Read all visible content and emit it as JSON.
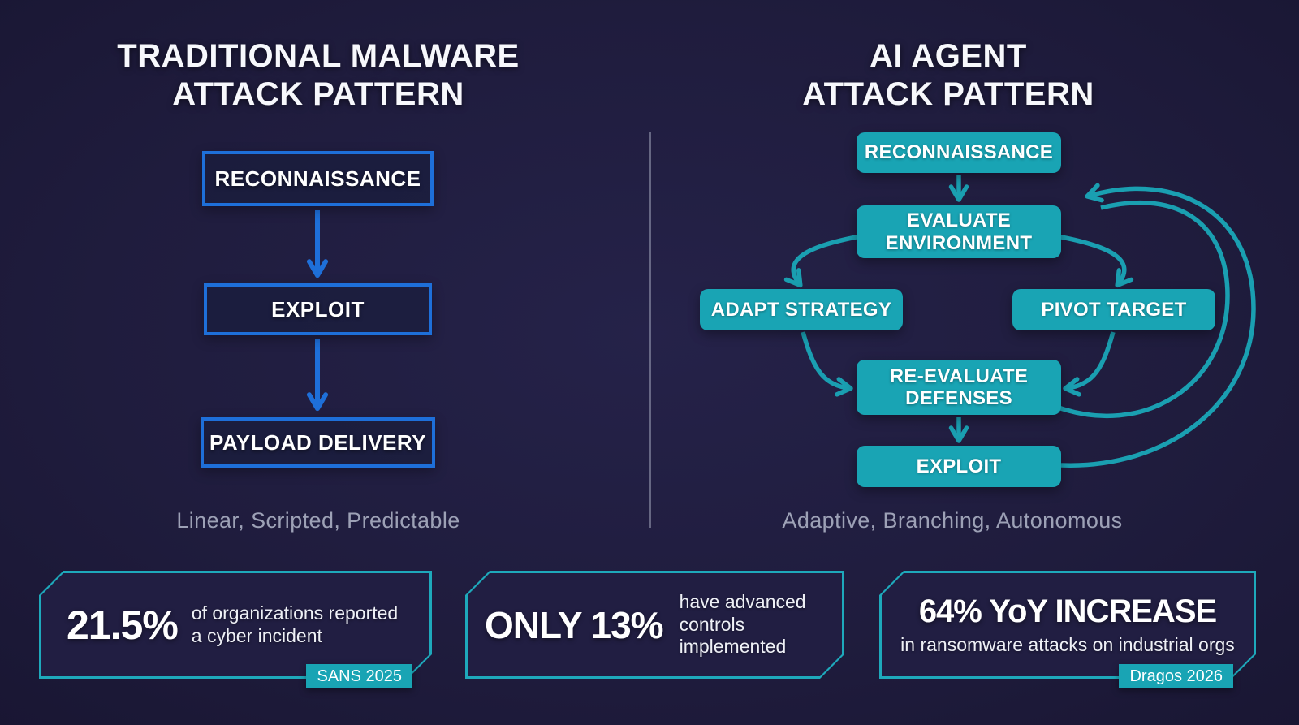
{
  "colors": {
    "background": "#1f1c3d",
    "blue_accent": "#1e6fd9",
    "teal_accent": "#19a4b4",
    "caption_gray": "#9da1b6"
  },
  "left_panel": {
    "title_line1": "TRADITIONAL MALWARE",
    "title_line2": "ATTACK PATTERN",
    "steps": [
      "RECONNAISSANCE",
      "EXPLOIT",
      "PAYLOAD DELIVERY"
    ],
    "caption": "Linear, Scripted, Predictable"
  },
  "right_panel": {
    "title_line1": "AI AGENT",
    "title_line2": "ATTACK PATTERN",
    "steps": [
      "RECONNAISSANCE",
      "EVALUATE ENVIRONMENT",
      "ADAPT STRATEGY",
      "PIVOT TARGET",
      "RE-EVALUATE DEFENSES",
      "EXPLOIT"
    ],
    "caption": "Adaptive, Branching, Autonomous"
  },
  "stats": [
    {
      "value": "21.5%",
      "description": "of organizations reported a cyber incident",
      "source": "SANS 2025"
    },
    {
      "value": "ONLY 13%",
      "description": "have advanced controls implemented",
      "source": ""
    },
    {
      "value": "64% YoY INCREASE",
      "description": "in ransomware attacks on industrial orgs",
      "source": "Dragos 2026"
    }
  ]
}
